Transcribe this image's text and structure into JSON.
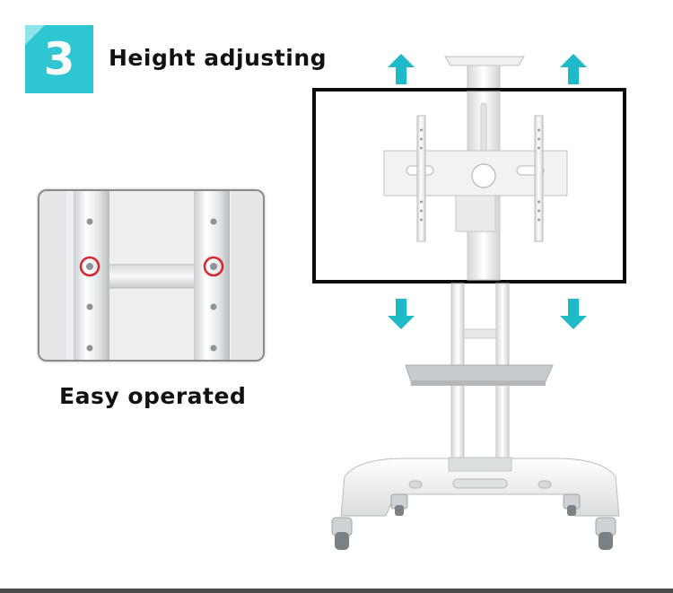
{
  "step": {
    "number": "3",
    "title": "Height adjusting"
  },
  "caption": {
    "text": "Easy operated"
  },
  "colors": {
    "accent": "#2fc6d3",
    "arrow": "#1fb9c7",
    "highlight_ring": "#d8262e"
  },
  "icons": [
    "up-arrow-icon",
    "down-arrow-icon"
  ]
}
